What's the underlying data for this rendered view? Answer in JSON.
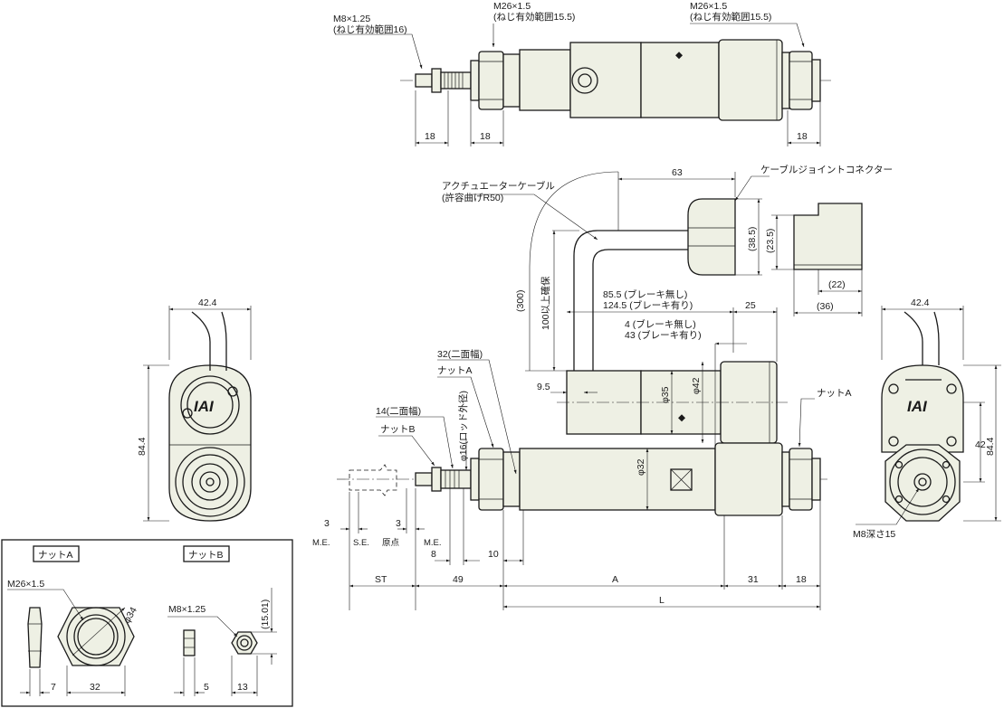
{
  "top_view": {
    "thread_left": "M8×1.25",
    "thread_left_note": "(ねじ有効範囲16)",
    "thread_mid": "M26×1.5",
    "thread_mid_note": "(ねじ有効範囲15.5)",
    "thread_right": "M26×1.5",
    "thread_right_note": "(ねじ有効範囲15.5)",
    "dim_a": "18",
    "dim_b": "18",
    "dim_c": "18"
  },
  "cable": {
    "label": "アクチュエーターケーブル",
    "radius_note": "(許容曲げR50)",
    "connector_label": "ケーブルジョイントコネクター",
    "dim_63": "63",
    "dim_38_5": "(38.5)",
    "dim_23_5": "(23.5)",
    "dim_22": "(22)",
    "dim_36": "(36)",
    "dim_300": "(300)",
    "clearance": "100以上確保"
  },
  "main_view": {
    "brake_none_len": "85.5 (ブレーキ無し)",
    "brake_with_len": "124.5 (ブレーキ有り)",
    "dim_25": "25",
    "brake_none_off": "4 (ブレーキ無し)",
    "brake_with_off": "43 (ブレーキ有り)",
    "dim_9_5": "9.5",
    "phi35": "φ35",
    "phi42": "φ42",
    "phi32": "φ32",
    "phi16": "φ16(ロッド外径)",
    "across_flats_32": "32(二面幅)",
    "across_flats_14": "14(二面幅)",
    "nut_a": "ナットA",
    "nut_b": "ナットB",
    "nut_a_right": "ナットA",
    "dim_3_left": "3",
    "dim_3_right": "3",
    "me_left": "M.E.",
    "se": "S.E.",
    "origin": "原点",
    "me_right": "M.E.",
    "dim_8": "8",
    "dim_10": "10",
    "st": "ST",
    "dim_49": "49",
    "a": "A",
    "dim_31": "31",
    "dim_18": "18",
    "l": "L"
  },
  "left_view": {
    "width": "42.4",
    "height": "84.4",
    "logo": "IAI"
  },
  "right_view": {
    "width": "42.4",
    "height": "84.4",
    "dim_42": "42",
    "logo": "IAI",
    "tap": "M8深さ15"
  },
  "nut_box": {
    "nut_a_title": "ナットA",
    "nut_b_title": "ナットB",
    "nut_a_thread": "M26×1.5",
    "nut_a_dia": "φ34",
    "nut_a_t": "7",
    "nut_a_w": "32",
    "nut_b_thread": "M8×1.25",
    "nut_b_h": "(15.01)",
    "nut_b_t": "5",
    "nut_b_w": "13"
  }
}
